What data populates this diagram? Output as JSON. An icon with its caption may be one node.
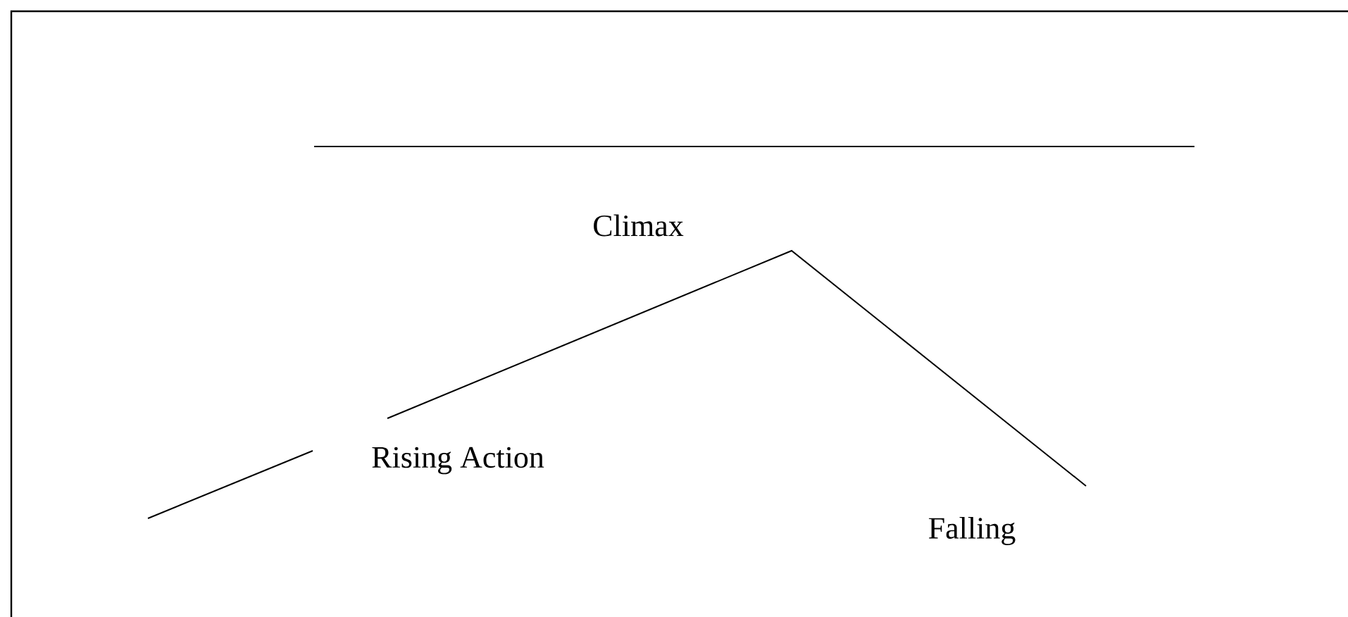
{
  "diagram": {
    "labels": [
      "Climax",
      "Rising Action",
      "Falling"
    ]
  }
}
